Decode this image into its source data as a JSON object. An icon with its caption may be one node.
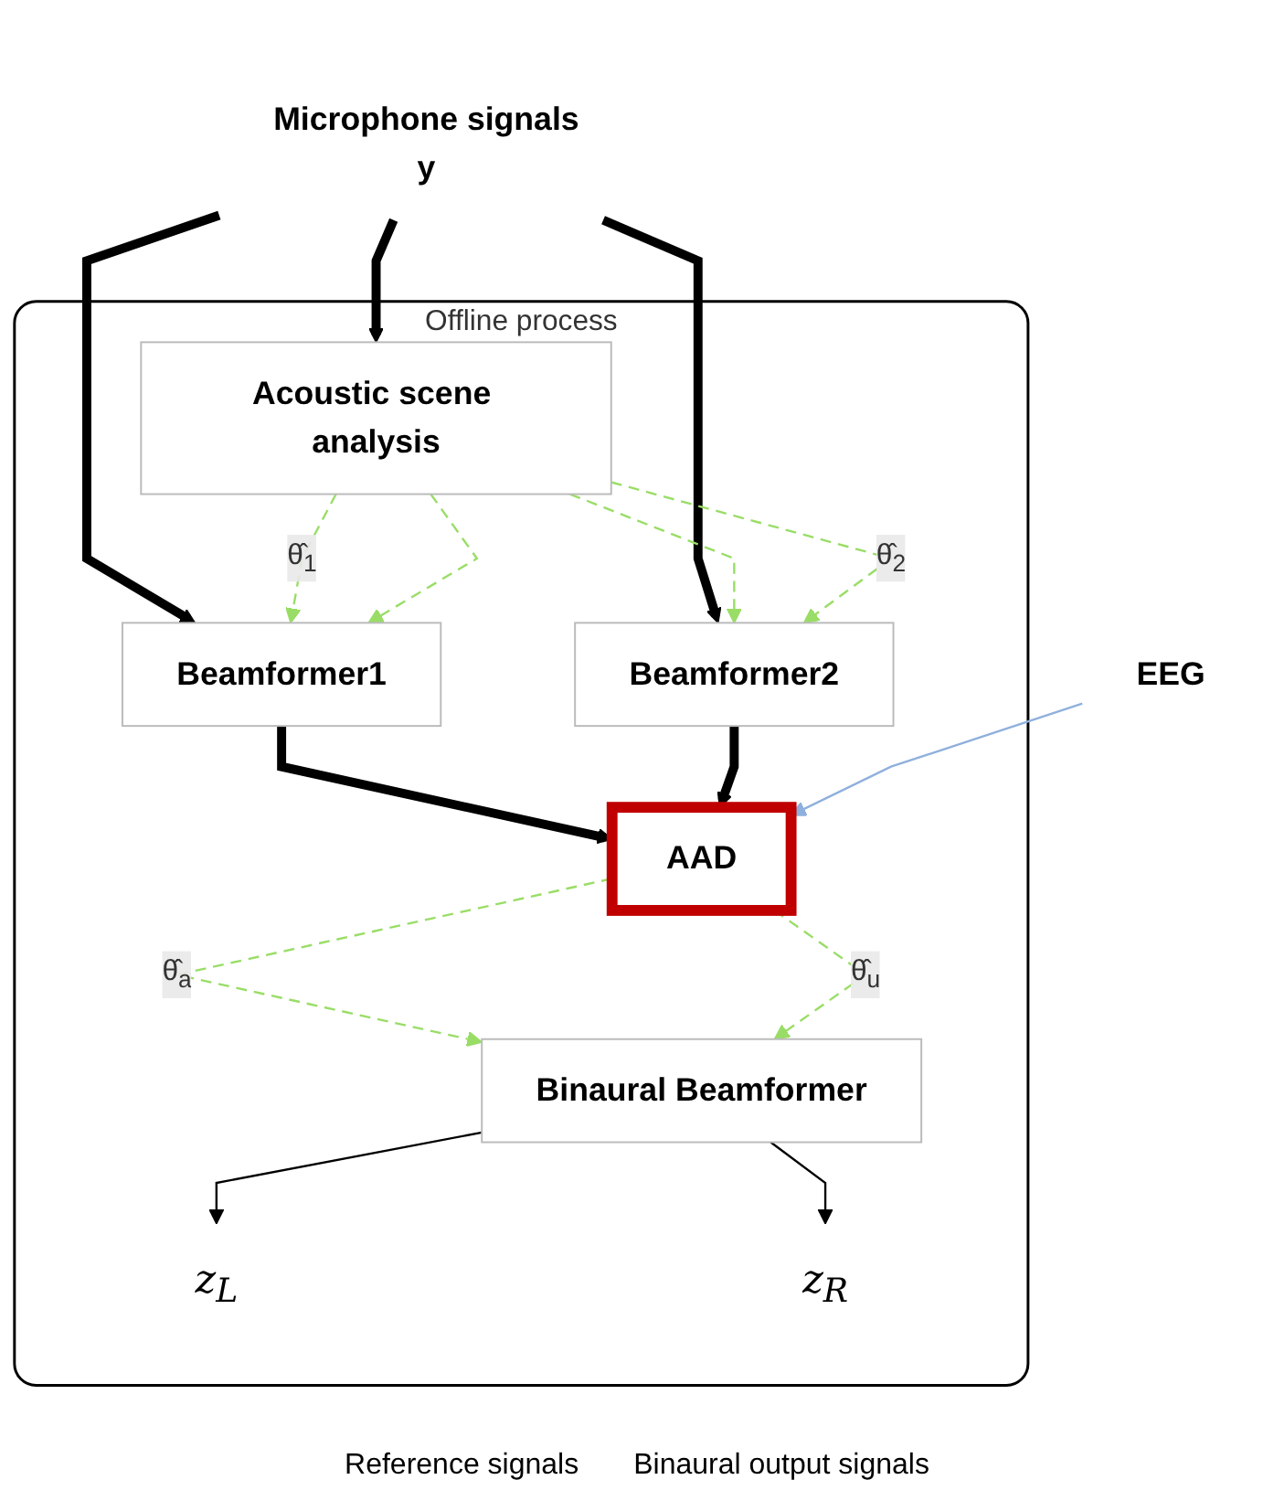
{
  "diagram": {
    "nodes": [
      {
        "text": [
          "Microphone signals",
          "y"
        ]
      },
      {
        "text": [
          "Offline process"
        ]
      },
      {
        "text": [
          "Acoustic scene analysis"
        ],
        "in": 1
      },
      {
        "text": [
          "Beamformer1"
        ],
        "in": 1
      },
      {
        "text": [
          "Beamformer2"
        ],
        "in": 1
      },
      {
        "text": [
          "AAD"
        ],
        "in": 1
      },
      {
        "text": [
          "EEG"
        ]
      },
      {
        "text": [
          "Binaural Beamformer"
        ],
        "in": 1
      },
      {
        "text": [
          "z$_{L}$"
        ],
        "in": 1
      },
      {
        "text": [
          "z$_{R}$"
        ],
        "in": 1
      }
    ],
    "edges": [
      {
        "from": 0,
        "to": 2,
        "arrow": "to",
        "style": "thick"
      },
      {
        "from": 0,
        "to": 3,
        "arrow": "to",
        "style": "thick"
      },
      {
        "from": 0,
        "to": 4,
        "arrow": "to",
        "style": "thick"
      },
      {
        "from": 2,
        "to": 3,
        "arrow": "to",
        "label": "θ̂$_{1}$",
        "style": "dashed",
        "color": "#99dd66"
      },
      {
        "from": 2,
        "to": 4,
        "arrow": "to",
        "style": "dashed",
        "color": "#99dd66"
      },
      {
        "from": 2,
        "to": 4,
        "arrow": "to",
        "label": "θ̂$_{2}$",
        "style": "dashed",
        "color": "#99dd66"
      },
      {
        "from": 2,
        "to": 3,
        "arrow": "to",
        "style": "dashed",
        "color": "#99dd66"
      },
      {
        "from": 3,
        "to": 5,
        "arrow": "to",
        "style": "thick"
      },
      {
        "from": 4,
        "to": 5,
        "arrow": "to",
        "style": "thick"
      },
      {
        "from": 6,
        "to": 5,
        "arrow": "to",
        "color": "#8fb0dd"
      },
      {
        "from": 5,
        "to": 7,
        "arrow": "to",
        "label": "θ̂$_{a}$",
        "style": "dashed",
        "color": "#99dd66"
      },
      {
        "from": 5,
        "to": 7,
        "arrow": "to",
        "label": "θ̂$_{u}$",
        "style": "dashed",
        "color": "#99dd66"
      },
      {
        "from": 7,
        "to": 8,
        "arrow": "to"
      },
      {
        "from": 7,
        "to": 9,
        "arrow": "to"
      }
    ],
    "labels": [
      "Reference signals",
      "Binaural output signals"
    ]
  }
}
